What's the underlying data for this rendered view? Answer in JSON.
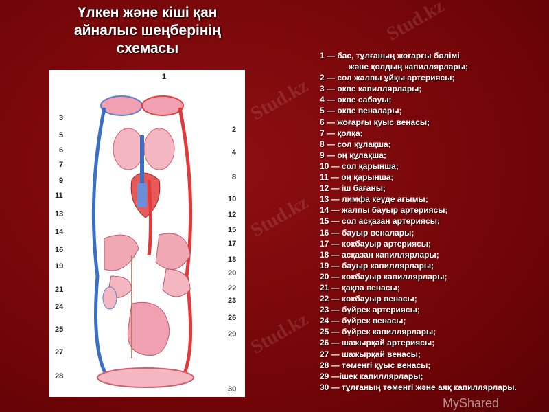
{
  "title": "Үлкен және кіші қан айналыс шеңберінің схемасы",
  "watermark": "Stud.kz",
  "brand": "MyShared",
  "colors": {
    "background": "#7a080b",
    "artery": "#e23a3a",
    "vein": "#3a6fc4"
  },
  "figure": {
    "left_labels": [
      "3",
      "5",
      "6",
      "7",
      "9",
      "11",
      "13",
      "14",
      "16",
      "19",
      "21",
      "24",
      "25",
      "27",
      "28"
    ],
    "right_labels": [
      "1",
      "2",
      "4",
      "8",
      "10",
      "12",
      "15",
      "17",
      "18",
      "20",
      "22",
      "23",
      "26",
      "29",
      "30"
    ]
  },
  "legend": [
    "1 — бас, тұлғаның жоғарғы бөлімі",
    "және қолдың капиллярлары;",
    "2 — сол жалпы ұйқы артериясы;",
    "3 — өкпе капиллярлары;",
    "4 — өкпе сабауы;",
    "5 — өкпе  веналары;",
    "6 — жоғарғы қуыс венасы;",
    "7 — қолқа;",
    "8 — сол құлақша;",
    "9 — оң құлақша;",
    "10 — сол қарынша;",
    "11 — оң қарынша;",
    "12 — іш бағаны;",
    "13 — лимфа кеуде ағымы;",
    "14 — жалпы бауыр артериясы;",
    "15 — сол асқазан артериясы;",
    "16 — бауыр веналары;",
    "17 — көкбауыр артериясы;",
    "18 — асқазан капиллярлары;",
    "19 — бауыр капиллярлары;",
    "20 — көкбауыр капиллярлары;",
    "21 — қақпа венасы;",
    "22 — көкбауыр венасы;",
    "23 — бүйрек артериясы;",
    "24 — бүйрек венасы;",
    "25 — бүйрек капиллярлары;",
    "26 — шажырқай артериясы;",
    "27 — шажырқай  венасы;",
    "28 — төменгі қуыс  венасы;",
    "29 —ішек капиллярлары;",
    "30 — тұлғаның төменгі және аяқ капиллярлары."
  ]
}
